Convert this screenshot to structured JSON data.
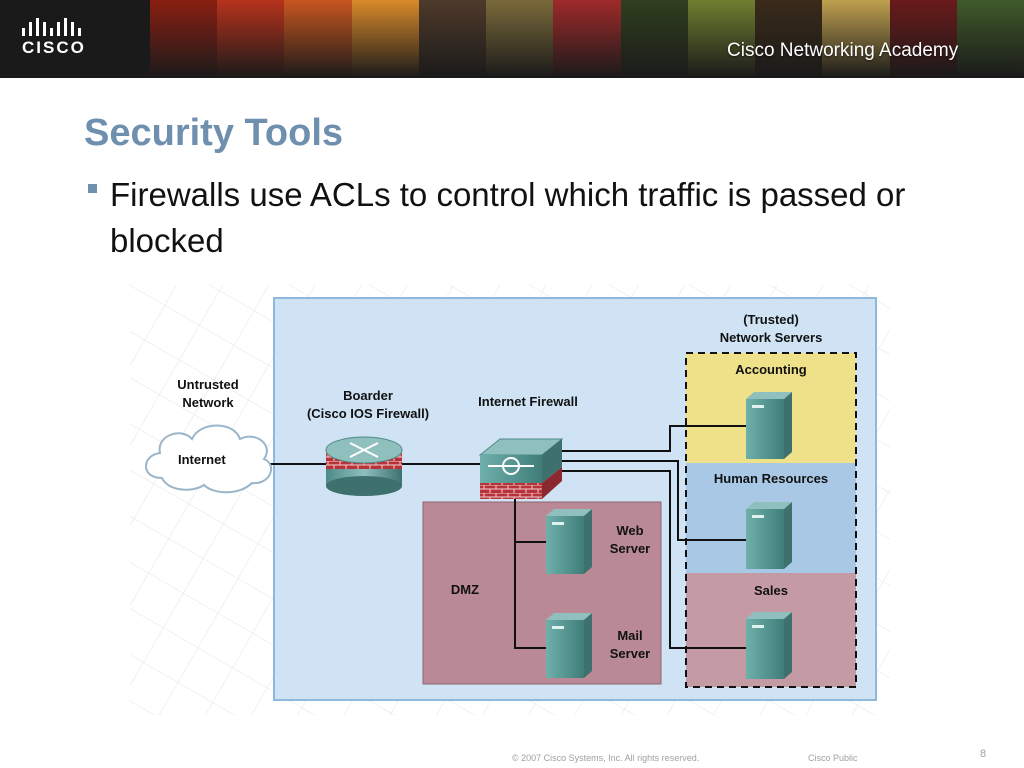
{
  "header": {
    "logo_text": "CISCO",
    "academy_label": "Cisco Networking Academy",
    "photo_palette": [
      "#8a1f12",
      "#b7321c",
      "#c8561f",
      "#d98a2a",
      "#4e3a2a",
      "#7a6a3a",
      "#9f2a2a",
      "#2f3f1f",
      "#6f7f2f",
      "#3a2a1a",
      "#c0a050",
      "#6a1a1a",
      "#3f5a2a"
    ]
  },
  "slide": {
    "title": "Security Tools",
    "bullet": "Firewalls use ACLs to control which traffic is passed or blocked"
  },
  "diagram": {
    "untrusted_label_line1": "Untrusted",
    "untrusted_label_line2": "Network",
    "internet_label": "Internet",
    "border_label_line1": "Boarder",
    "border_label_line2": "(Cisco IOS Firewall)",
    "firewall_label": "Internet Firewall",
    "trusted_label_line1": "(Trusted)",
    "trusted_label_line2": "Network Servers",
    "dmz_label": "DMZ",
    "web_server_line1": "Web",
    "web_server_line2": "Server",
    "mail_server_line1": "Mail",
    "mail_server_line2": "Server",
    "accounting_label": "Accounting",
    "hr_label": "Human Resources",
    "sales_label": "Sales",
    "colors": {
      "network_bg": "#cfe3f5",
      "dmz": "#b98a96",
      "accounting": "#efe08a",
      "hr": "#a9c8e6",
      "sales": "#c49aa4",
      "server": "#5b9a96"
    }
  },
  "footer": {
    "copyright": "© 2007 Cisco Systems, Inc. All rights reserved.",
    "classification": "Cisco Public",
    "page_number": "8"
  }
}
